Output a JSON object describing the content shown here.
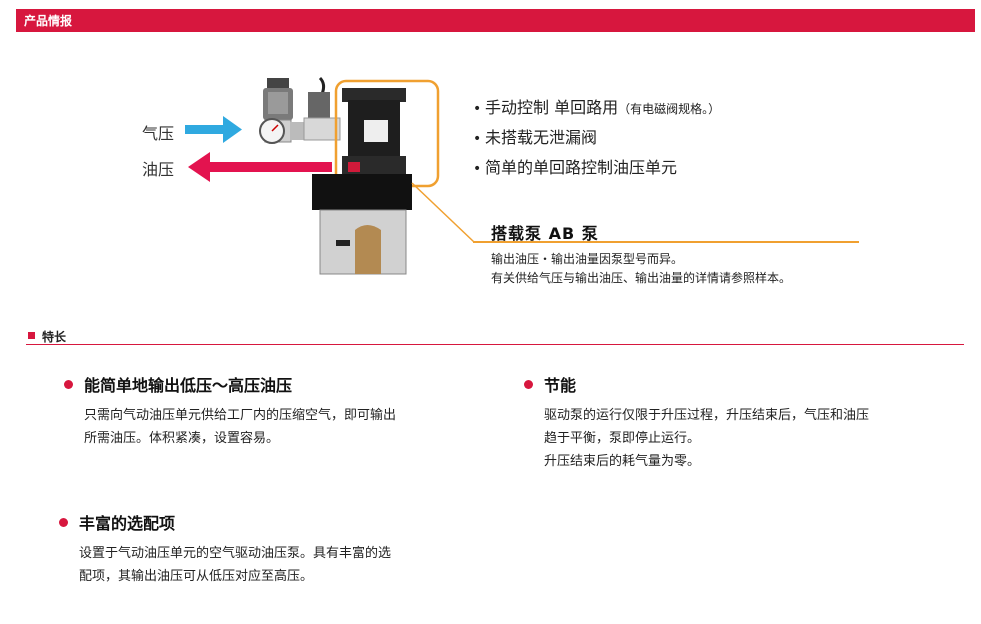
{
  "header": {
    "title": "产品情报"
  },
  "figure": {
    "air_label": "气压",
    "oil_label": "油压",
    "colors": {
      "air_arrow": "#2fa9e0",
      "oil_arrow": "#e3134f",
      "highlight": "#f0a030"
    }
  },
  "bullets": [
    {
      "text": "手动控制  单回路用",
      "note": "（有电磁阀规格。）"
    },
    {
      "text": "未搭载无泄漏阀",
      "note": ""
    },
    {
      "text": "简单的单回路控制油压单元",
      "note": ""
    }
  ],
  "pump": {
    "title": "搭载泵  AB 泵",
    "desc": [
      "输出油压・输出油量因泵型号而异。",
      "有关供给气压与输出油压、输出油量的详情请参照样本。"
    ]
  },
  "features_section": {
    "title": "特长"
  },
  "features": [
    {
      "title": "能简单地输出低压～高压油压",
      "lines": [
        "只需向气动油压单元供给工厂内的压缩空气，即可输出",
        "所需油压。体积紧凑，设置容易。"
      ]
    },
    {
      "title": "节能",
      "lines": [
        "驱动泵的运行仅限于升压过程，升压结束后，气压和油压",
        "趋于平衡，泵即停止运行。",
        "升压结束后的耗气量为零。"
      ]
    },
    {
      "title": "丰富的选配项",
      "lines": [
        "设置于气动油压单元的空气驱动油压泵。具有丰富的选",
        "配项，其输出油压可从低压对应至高压。"
      ]
    }
  ],
  "colors": {
    "accent": "#d7173e"
  }
}
